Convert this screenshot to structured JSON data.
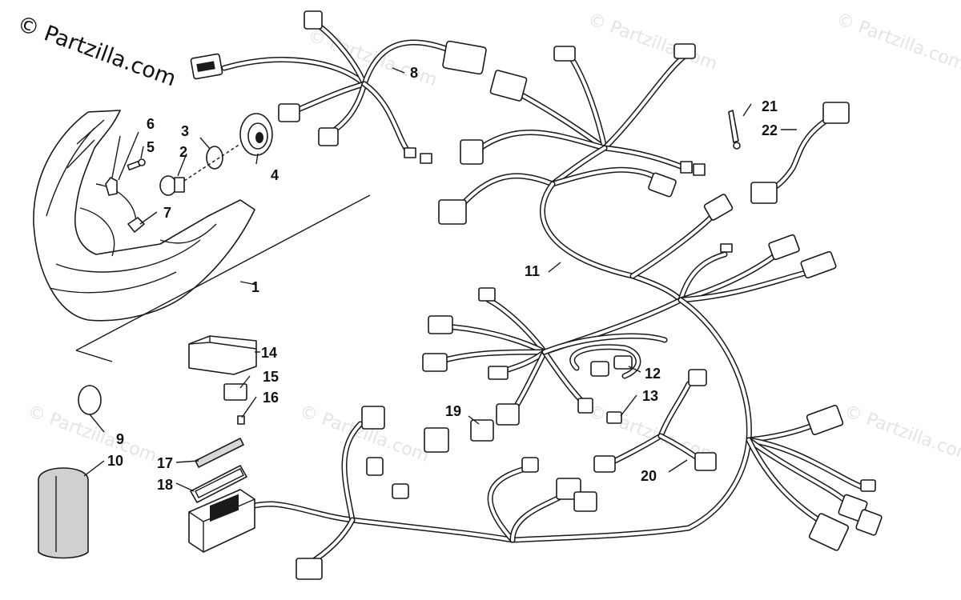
{
  "copyright_text": "© Partzilla.com",
  "watermark_text": "© Partzilla.com",
  "callouts": {
    "c1": "1",
    "c2": "2",
    "c3": "3",
    "c4": "4",
    "c5": "5",
    "c6": "6",
    "c7": "7",
    "c8": "8",
    "c9": "9",
    "c10": "10",
    "c11": "11",
    "c12": "12",
    "c13": "13",
    "c14": "14",
    "c15": "15",
    "c16": "16",
    "c17": "17",
    "c18": "18",
    "c19": "19",
    "c20": "20",
    "c21": "21",
    "c22": "22"
  }
}
